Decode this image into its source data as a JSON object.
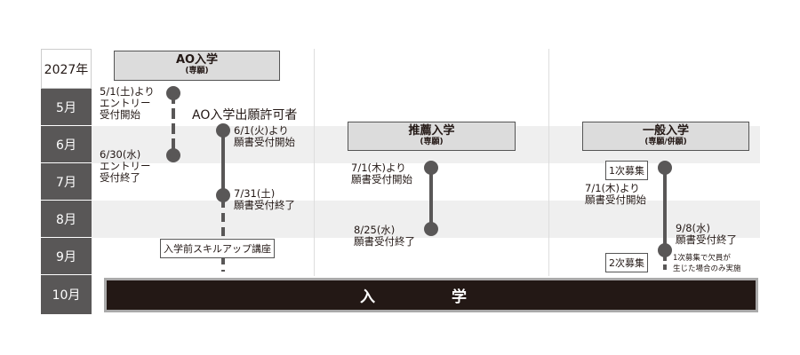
{
  "year": "2027年",
  "months": [
    "5月",
    "6月",
    "7月",
    "8月",
    "9月",
    "10月"
  ],
  "ao": {
    "title": "AO入学",
    "sub": "(専願)",
    "entry_start": [
      "5/1(土)より",
      "エントリー",
      "受付開始"
    ],
    "entry_end": [
      "6/30(水)",
      "エントリー",
      "受付終了"
    ],
    "approved_label": "AO入学出願許可者",
    "app_start": [
      "6/1(火)より",
      "願書受付開始"
    ],
    "app_end": [
      "7/31(土)",
      "願書受付終了"
    ],
    "course": "入学前スキルアップ講座"
  },
  "suisen": {
    "title": "推薦入学",
    "sub": "(専願)",
    "app_start": [
      "7/1(木)より",
      "願書受付開始"
    ],
    "app_end": [
      "8/25(水)",
      "願書受付終了"
    ]
  },
  "ippan": {
    "title": "一般入学",
    "sub": "(専願/併願)",
    "round1": "1次募集",
    "round2": "2次募集",
    "app_start": [
      "7/1(木)より",
      "願書受付開始"
    ],
    "app_end": [
      "9/8(水)",
      "願書受付終了"
    ],
    "round2_note": [
      "1次募集で欠員が",
      "生じた場合のみ実施"
    ]
  },
  "enrollment": "入 学",
  "colors": {
    "month_bg": "#595757",
    "line": "#595757",
    "enroll_bg": "#231815"
  }
}
